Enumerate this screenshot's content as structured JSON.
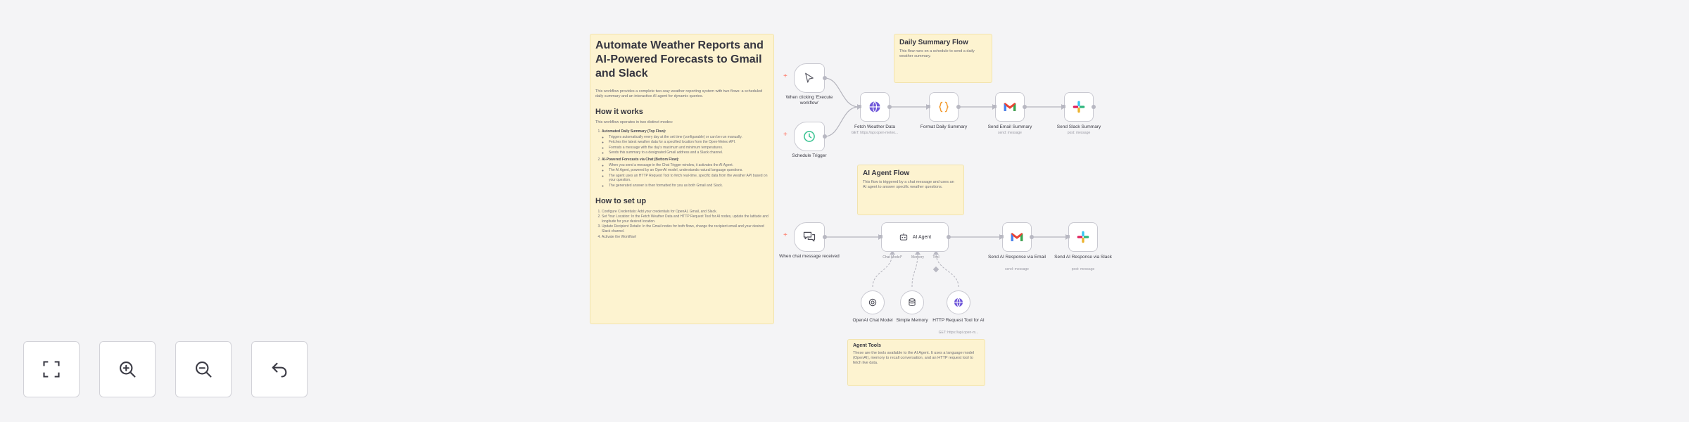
{
  "workflow": {
    "title": "Automate Weather Reports and AI-Powered Forecasts to Gmail and Slack",
    "intro": "This workflow provides a complete two-way weather reporting system with two flows: a scheduled daily summary and an interactive AI agent for dynamic queries.",
    "how_heading": "How it works",
    "how_intro": "This workflow operates in two distinct modes:",
    "how_steps": [
      {
        "title": "Automated Daily Summary (Top Flow):",
        "bullets": [
          "Triggers automatically every day at the set time (configurable) or can be run manually.",
          "Fetches the latest weather data for a specified location from the Open-Meteo API.",
          "Formats a message with the day's maximum and minimum temperatures.",
          "Sends this summary to a designated Gmail address and a Slack channel."
        ]
      },
      {
        "title": "AI-Powered Forecasts via Chat (Bottom Flow):",
        "bullets": [
          "When you send a message in the Chat Trigger window, it activates the AI Agent.",
          "The AI Agent, powered by an OpenAI model, understands natural language questions.",
          "The agent uses an HTTP Request Tool to fetch real-time, specific data from the weather API based on your question.",
          "The generated answer is then formatted for you as both Gmail and Slack."
        ]
      }
    ],
    "setup_heading": "How to set up",
    "setup_steps": [
      "Configure Credentials: Add your credentials for OpenAI, Gmail, and Slack.",
      "Set Your Location: In the Fetch Weather Data and HTTP Request Tool for AI nodes, update the latitude and longitude for your desired location.",
      "Update Recipient Details: In the Gmail nodes for both flows, change the recipient email and your desired Slack channel.",
      "Activate the Workflow!"
    ]
  },
  "daily_note": {
    "title": "Daily Summary Flow",
    "body": "This flow runs on a schedule to send a daily weather summary."
  },
  "agent_note": {
    "title": "AI Agent Flow",
    "body": "This flow is triggered by a chat message and uses an AI agent to answer specific weather questions."
  },
  "tools_note": {
    "title": "Agent Tools",
    "body": "These are the tools available to the AI Agent. It uses a language model (OpenAI), memory to recall conversation, and an HTTP request tool to fetch live data."
  },
  "nodes": {
    "manual_trigger": {
      "label": "When clicking 'Execute workflow'",
      "icon": "cursor-icon"
    },
    "schedule_trigger": {
      "label": "Schedule Trigger",
      "icon": "clock-icon"
    },
    "fetch_weather": {
      "label": "Fetch Weather Data",
      "sub": "GET: https://api.open-meteo...",
      "icon": "globe-icon"
    },
    "format_summary": {
      "label": "Format Daily Summary",
      "icon": "braces-icon"
    },
    "send_email_summary": {
      "label": "Send Email Summary",
      "sub": "send: message",
      "icon": "gmail-icon"
    },
    "send_slack_summary": {
      "label": "Send Slack Summary",
      "sub": "post: message",
      "icon": "slack-icon"
    },
    "chat_trigger": {
      "label": "When chat message received",
      "icon": "chat-icon"
    },
    "ai_agent": {
      "label": "AI Agent",
      "icon": "robot-icon"
    },
    "send_ai_email": {
      "label": "Send AI Response via Email",
      "sub": "send: message",
      "icon": "gmail-icon"
    },
    "send_ai_slack": {
      "label": "Send AI Response via Slack",
      "sub": "post: message",
      "icon": "slack-icon"
    },
    "openai_model": {
      "label": "OpenAI Chat Model",
      "icon": "openai-icon"
    },
    "memory": {
      "label": "Simple Memory",
      "icon": "database-icon"
    },
    "http_tool": {
      "label": "HTTP Request Tool for AI",
      "sub": "GET: https://api.open-m...",
      "icon": "globe-icon"
    }
  },
  "ports": {
    "chat_model": "Chat Model*",
    "memory": "Memory",
    "tool": "Tool"
  },
  "controls": {
    "fit": "fit-view-icon",
    "zoom_in": "zoom-in-icon",
    "zoom_out": "zoom-out-icon",
    "undo": "undo-icon"
  },
  "colors": {
    "canvas": "#f4f4f6",
    "sticky": "#fdf3d0",
    "accent": "#ff6d5a",
    "gmail_red": "#ea4335",
    "slack_green": "#2eb67d"
  }
}
